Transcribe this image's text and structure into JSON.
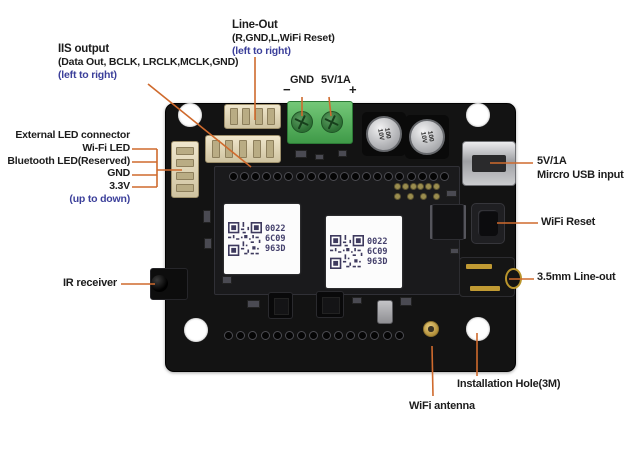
{
  "colors": {
    "background": "#ffffff",
    "label_text": "#1c1c1c",
    "direction_note_text": "#3b3f9a",
    "leader_line": "#cf6a2d",
    "board": "#131313",
    "terminal_green": "#4ca852",
    "connector_beige": "#e3d9bd",
    "sticker_text": "#433f6b"
  },
  "annotations": {
    "iis_output": {
      "title": "IIS output",
      "detail": "(Data Out, BCLK, LRCLK,MCLK,GND)",
      "note": "(left to right)"
    },
    "line_out_header": {
      "title": "Line-Out",
      "detail": "(R,GND,L,WiFi Reset)",
      "note": "(left to right)"
    },
    "gnd": {
      "label": "GND",
      "sign": "−"
    },
    "power_5v": {
      "label": "5V/1A",
      "sign": "+"
    },
    "led_connector": {
      "title": "External LED connector",
      "pins": [
        "Wi-Fi LED",
        "Bluetooth LED(Reserved)",
        "GND",
        "3.3V"
      ],
      "note": "(up to down)"
    },
    "ir_receiver": {
      "label": "IR receiver"
    },
    "usb": {
      "line1": "5V/1A",
      "line2": "Mircro USB input"
    },
    "wifi_reset": {
      "label": "WiFi Reset"
    },
    "line_out_jack": {
      "label": "3.5mm Line-out"
    },
    "installation_hole": {
      "label": "Installation Hole(3M)"
    },
    "wifi_antenna": {
      "label": "WiFi antenna"
    }
  },
  "board": {
    "module_sticker": {
      "line1": "0022",
      "line2": "6C09",
      "line3": "963D"
    },
    "capacitor_marking": "100 10V"
  }
}
